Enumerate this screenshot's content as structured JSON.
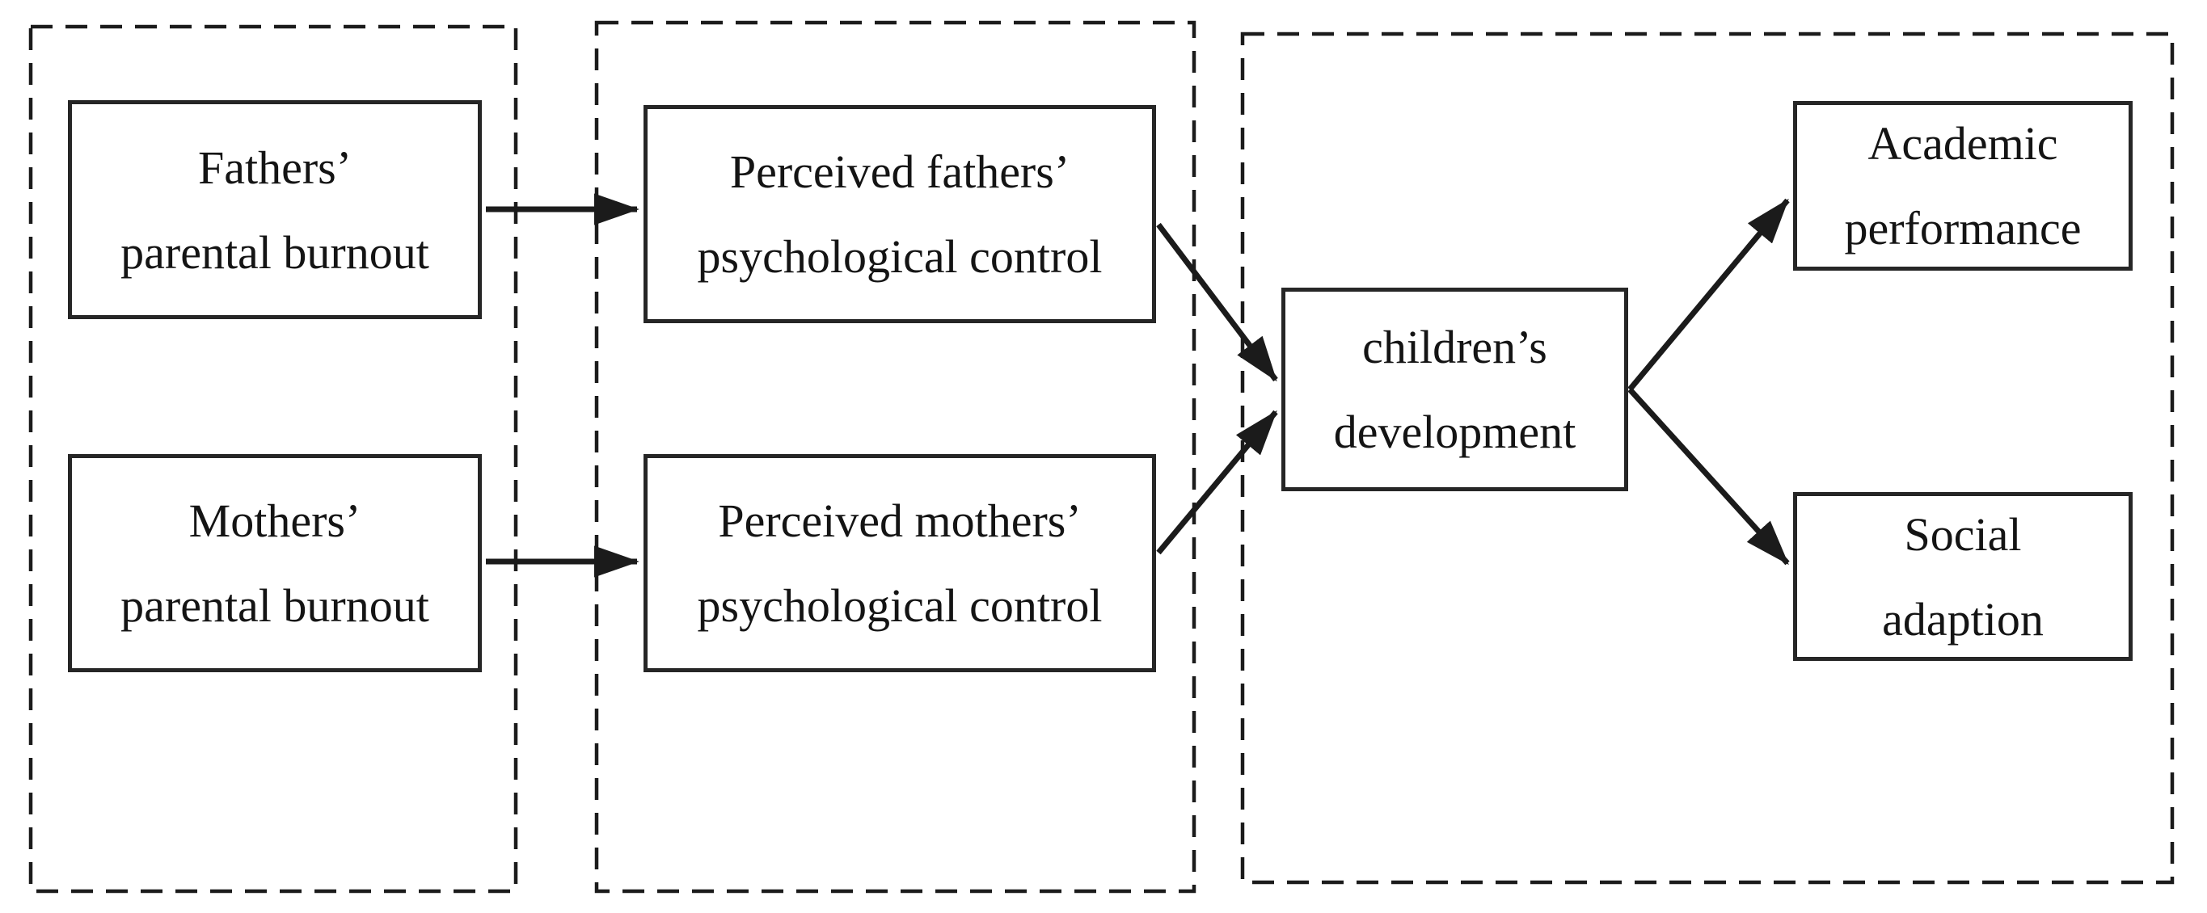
{
  "figure": {
    "type": "path-diagram",
    "background_color": "#ffffff",
    "line_color": "#1b1b1b",
    "nodes": [
      {
        "id": "fathers-parental-burnout",
        "lines": [
          "Fathers’",
          "parental burnout"
        ]
      },
      {
        "id": "mothers-parental-burnout",
        "lines": [
          "Mothers’",
          "parental burnout"
        ]
      },
      {
        "id": "perceived-fathers-psychological-control",
        "lines": [
          "Perceived fathers’",
          "psychological control"
        ]
      },
      {
        "id": "perceived-mothers-psychological-control",
        "lines": [
          "Perceived mothers’",
          "psychological control"
        ]
      },
      {
        "id": "childrens-development",
        "lines": [
          "children’s",
          "development"
        ]
      },
      {
        "id": "academic-performance",
        "lines": [
          "Academic",
          "performance"
        ]
      },
      {
        "id": "social-adaption",
        "lines": [
          "Social",
          "adaption"
        ]
      }
    ],
    "groups": [
      {
        "id": "group-parental-burnout",
        "style": "dashed",
        "contains": [
          "fathers-parental-burnout",
          "mothers-parental-burnout"
        ]
      },
      {
        "id": "group-perceived-control",
        "style": "dashed",
        "contains": [
          "perceived-fathers-psychological-control",
          "perceived-mothers-psychological-control"
        ]
      },
      {
        "id": "group-children-outcomes",
        "style": "dashed",
        "contains": [
          "childrens-development",
          "academic-performance",
          "social-adaption"
        ]
      }
    ],
    "edges": [
      {
        "from": "fathers-parental-burnout",
        "to": "perceived-fathers-psychological-control"
      },
      {
        "from": "mothers-parental-burnout",
        "to": "perceived-mothers-psychological-control"
      },
      {
        "from": "perceived-fathers-psychological-control",
        "to": "childrens-development"
      },
      {
        "from": "perceived-mothers-psychological-control",
        "to": "childrens-development"
      },
      {
        "from": "childrens-development",
        "to": "academic-performance"
      },
      {
        "from": "childrens-development",
        "to": "social-adaption"
      }
    ]
  }
}
